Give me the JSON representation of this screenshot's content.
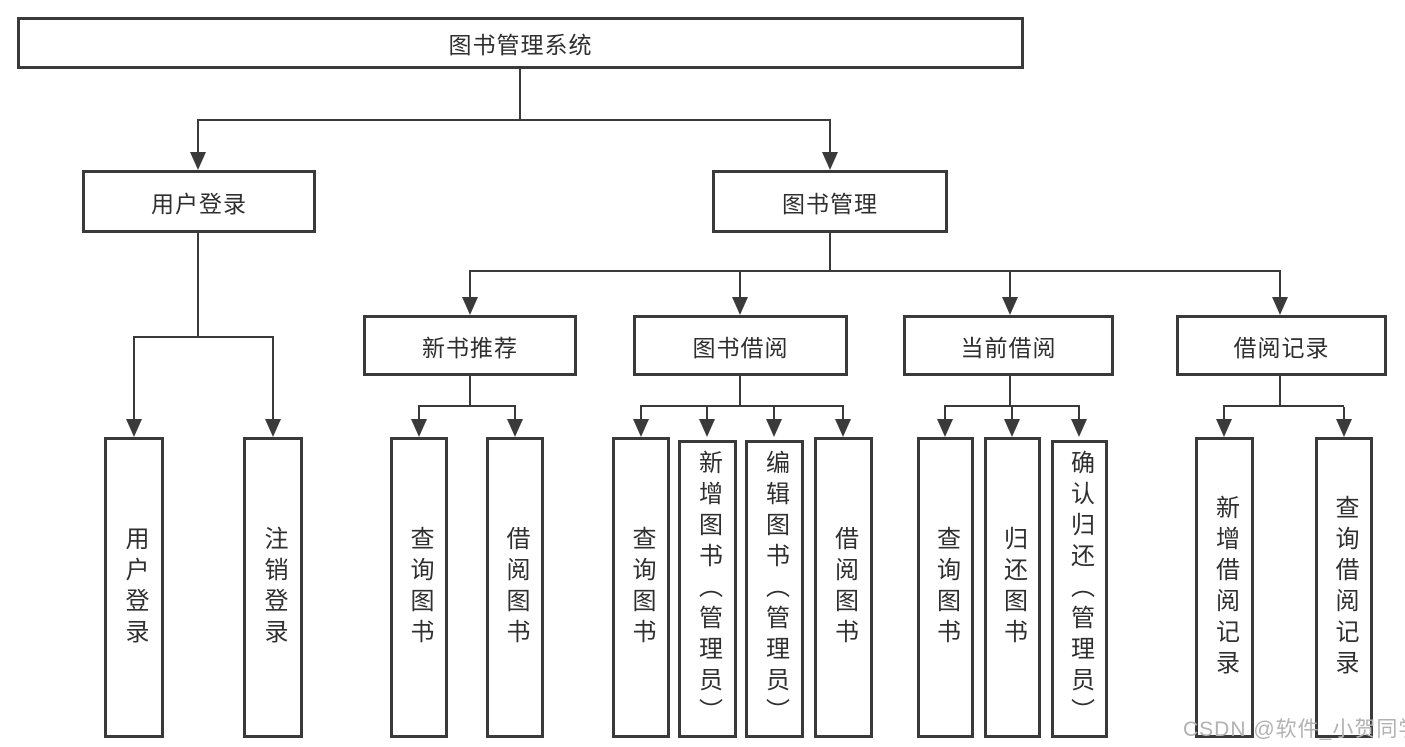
{
  "diagram": {
    "root": {
      "label": "图书管理系统"
    },
    "branches": [
      {
        "label": "用户登录",
        "children": [
          {
            "label": "用户登录"
          },
          {
            "label": "注销登录"
          }
        ]
      },
      {
        "label": "图书管理",
        "children": [
          {
            "label": "新书推荐",
            "children": [
              {
                "label": "查询图书"
              },
              {
                "label": "借阅图书"
              }
            ]
          },
          {
            "label": "图书借阅",
            "children": [
              {
                "label": "查询图书"
              },
              {
                "label": "新增图书（管理员）"
              },
              {
                "label": "编辑图书（管理员）"
              },
              {
                "label": "借阅图书"
              }
            ]
          },
          {
            "label": "当前借阅",
            "children": [
              {
                "label": "查询图书"
              },
              {
                "label": "归还图书"
              },
              {
                "label": "确认归还（管理员）"
              }
            ]
          },
          {
            "label": "借阅记录",
            "children": [
              {
                "label": "新增借阅记录"
              },
              {
                "label": "查询借阅记录"
              }
            ]
          }
        ]
      }
    ]
  },
  "watermark": {
    "text": "CSDN @软件_小贺同学"
  },
  "colors": {
    "line": "#3a3a3a",
    "text": "#2f2f2f",
    "watermark": "#b2b2b2",
    "background": "#ffffff"
  }
}
